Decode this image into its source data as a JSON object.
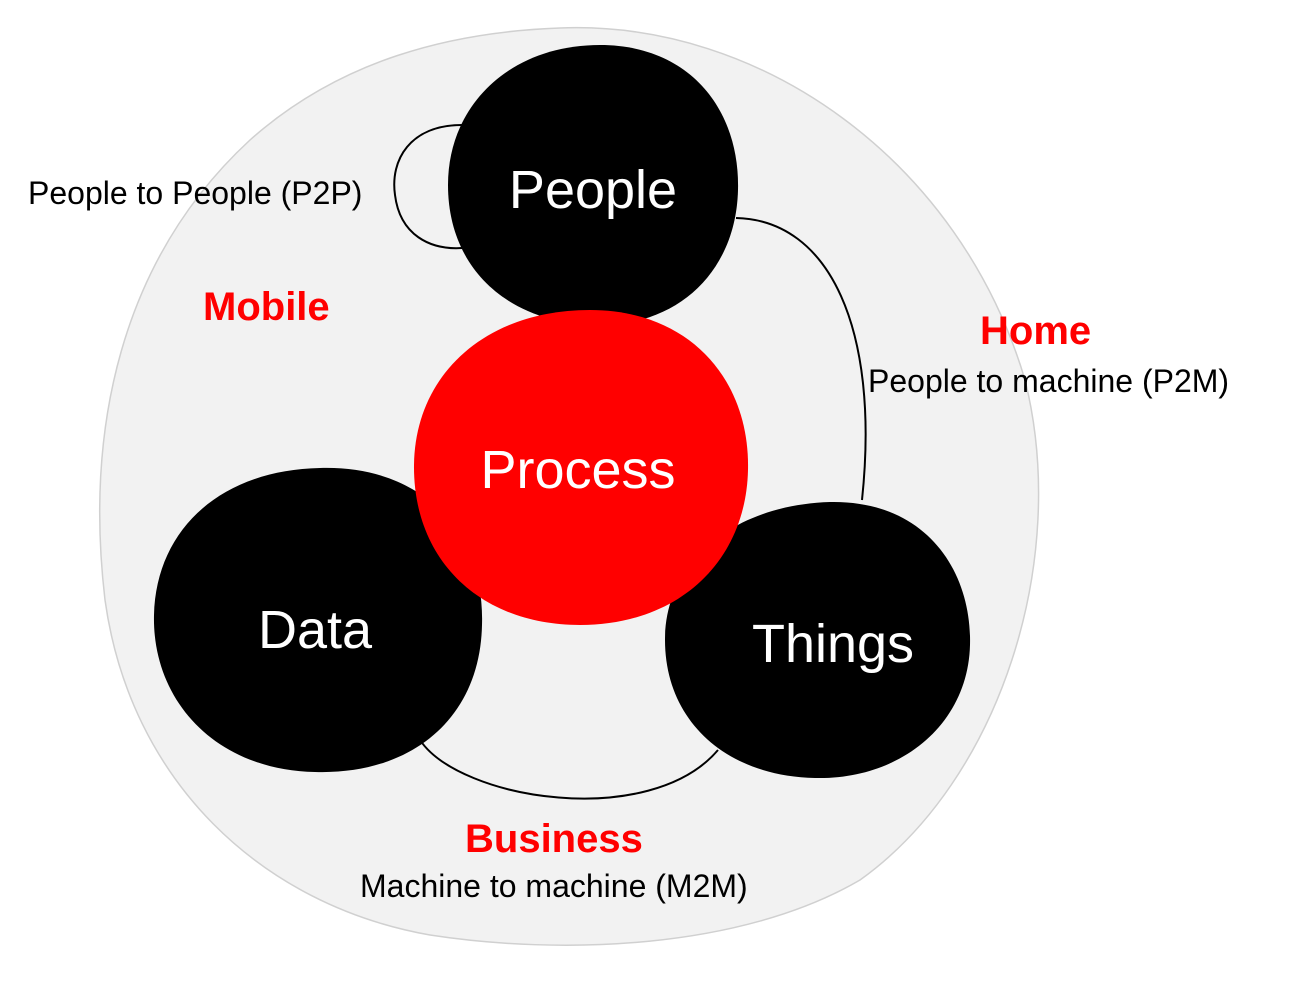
{
  "nodes": {
    "people": "People",
    "process": "Process",
    "data": "Data",
    "things": "Things"
  },
  "connections": {
    "p2p": "People to People (P2P)",
    "p2m": "People to machine (P2M)",
    "m2m": "Machine to machine (M2M)"
  },
  "domains": {
    "mobile": "Mobile",
    "home": "Home",
    "business": "Business"
  },
  "colors": {
    "background_blob": "#f2f2f2",
    "node": "#000000",
    "process": "#ff0000",
    "domain_label": "#ff0000"
  }
}
